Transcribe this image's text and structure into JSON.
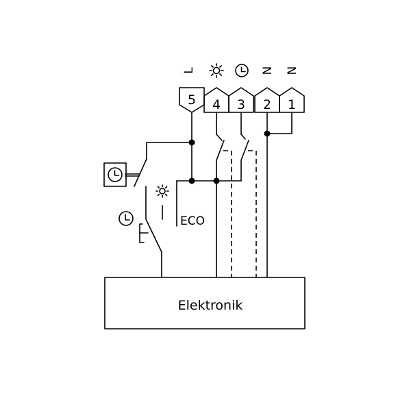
{
  "terminals": [
    {
      "number": "5",
      "symbol": "L",
      "symbol_type": "text"
    },
    {
      "number": "4",
      "symbol": "sun-icon",
      "symbol_type": "icon"
    },
    {
      "number": "3",
      "symbol": "clock-icon",
      "symbol_type": "icon"
    },
    {
      "number": "2",
      "symbol": "N",
      "symbol_type": "text"
    },
    {
      "number": "1",
      "symbol": "N",
      "symbol_type": "text"
    }
  ],
  "labels": {
    "eco": "ECO",
    "block": "Elektronik"
  }
}
